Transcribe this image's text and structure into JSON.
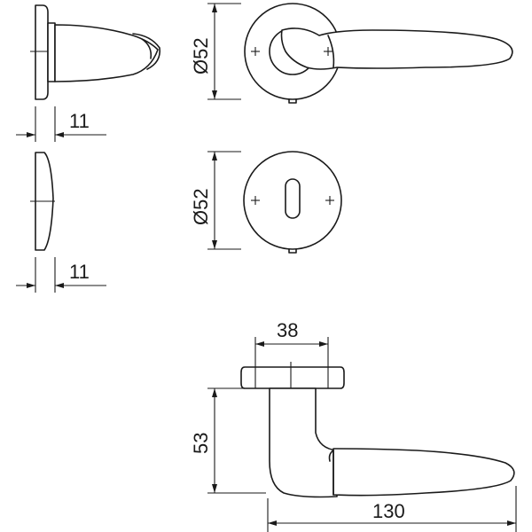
{
  "dimensions": {
    "rose_side_width": "11",
    "rose_diameter": "Ø52",
    "escutcheon_side_width": "11",
    "escutcheon_diameter": "Ø52",
    "handle_rose_width": "38",
    "handle_height": "53",
    "handle_length": "130"
  },
  "colors": {
    "line": "#1a1a1a",
    "background": "#ffffff"
  }
}
